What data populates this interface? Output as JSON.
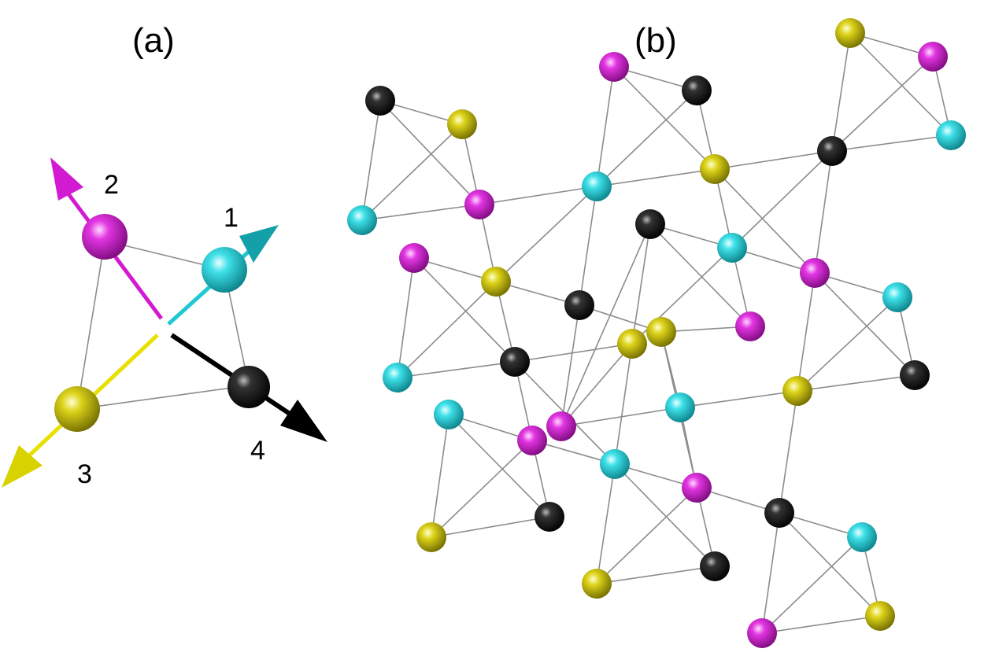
{
  "panel_a": {
    "label": "(a)",
    "spin_labels": [
      "1",
      "2",
      "3",
      "4"
    ]
  },
  "panel_b": {
    "label": "(b)"
  },
  "colors": {
    "cyan": "#1fc8d2",
    "magenta": "#d21ad2",
    "yellow": "#cdc30a",
    "black": "#111111",
    "bond": "#8c8c8c",
    "arrow_cyan": "#14a0a8",
    "arrow_magenta": "#d21ad2",
    "arrow_yellow": "#d8d200",
    "arrow_black": "#000000"
  }
}
